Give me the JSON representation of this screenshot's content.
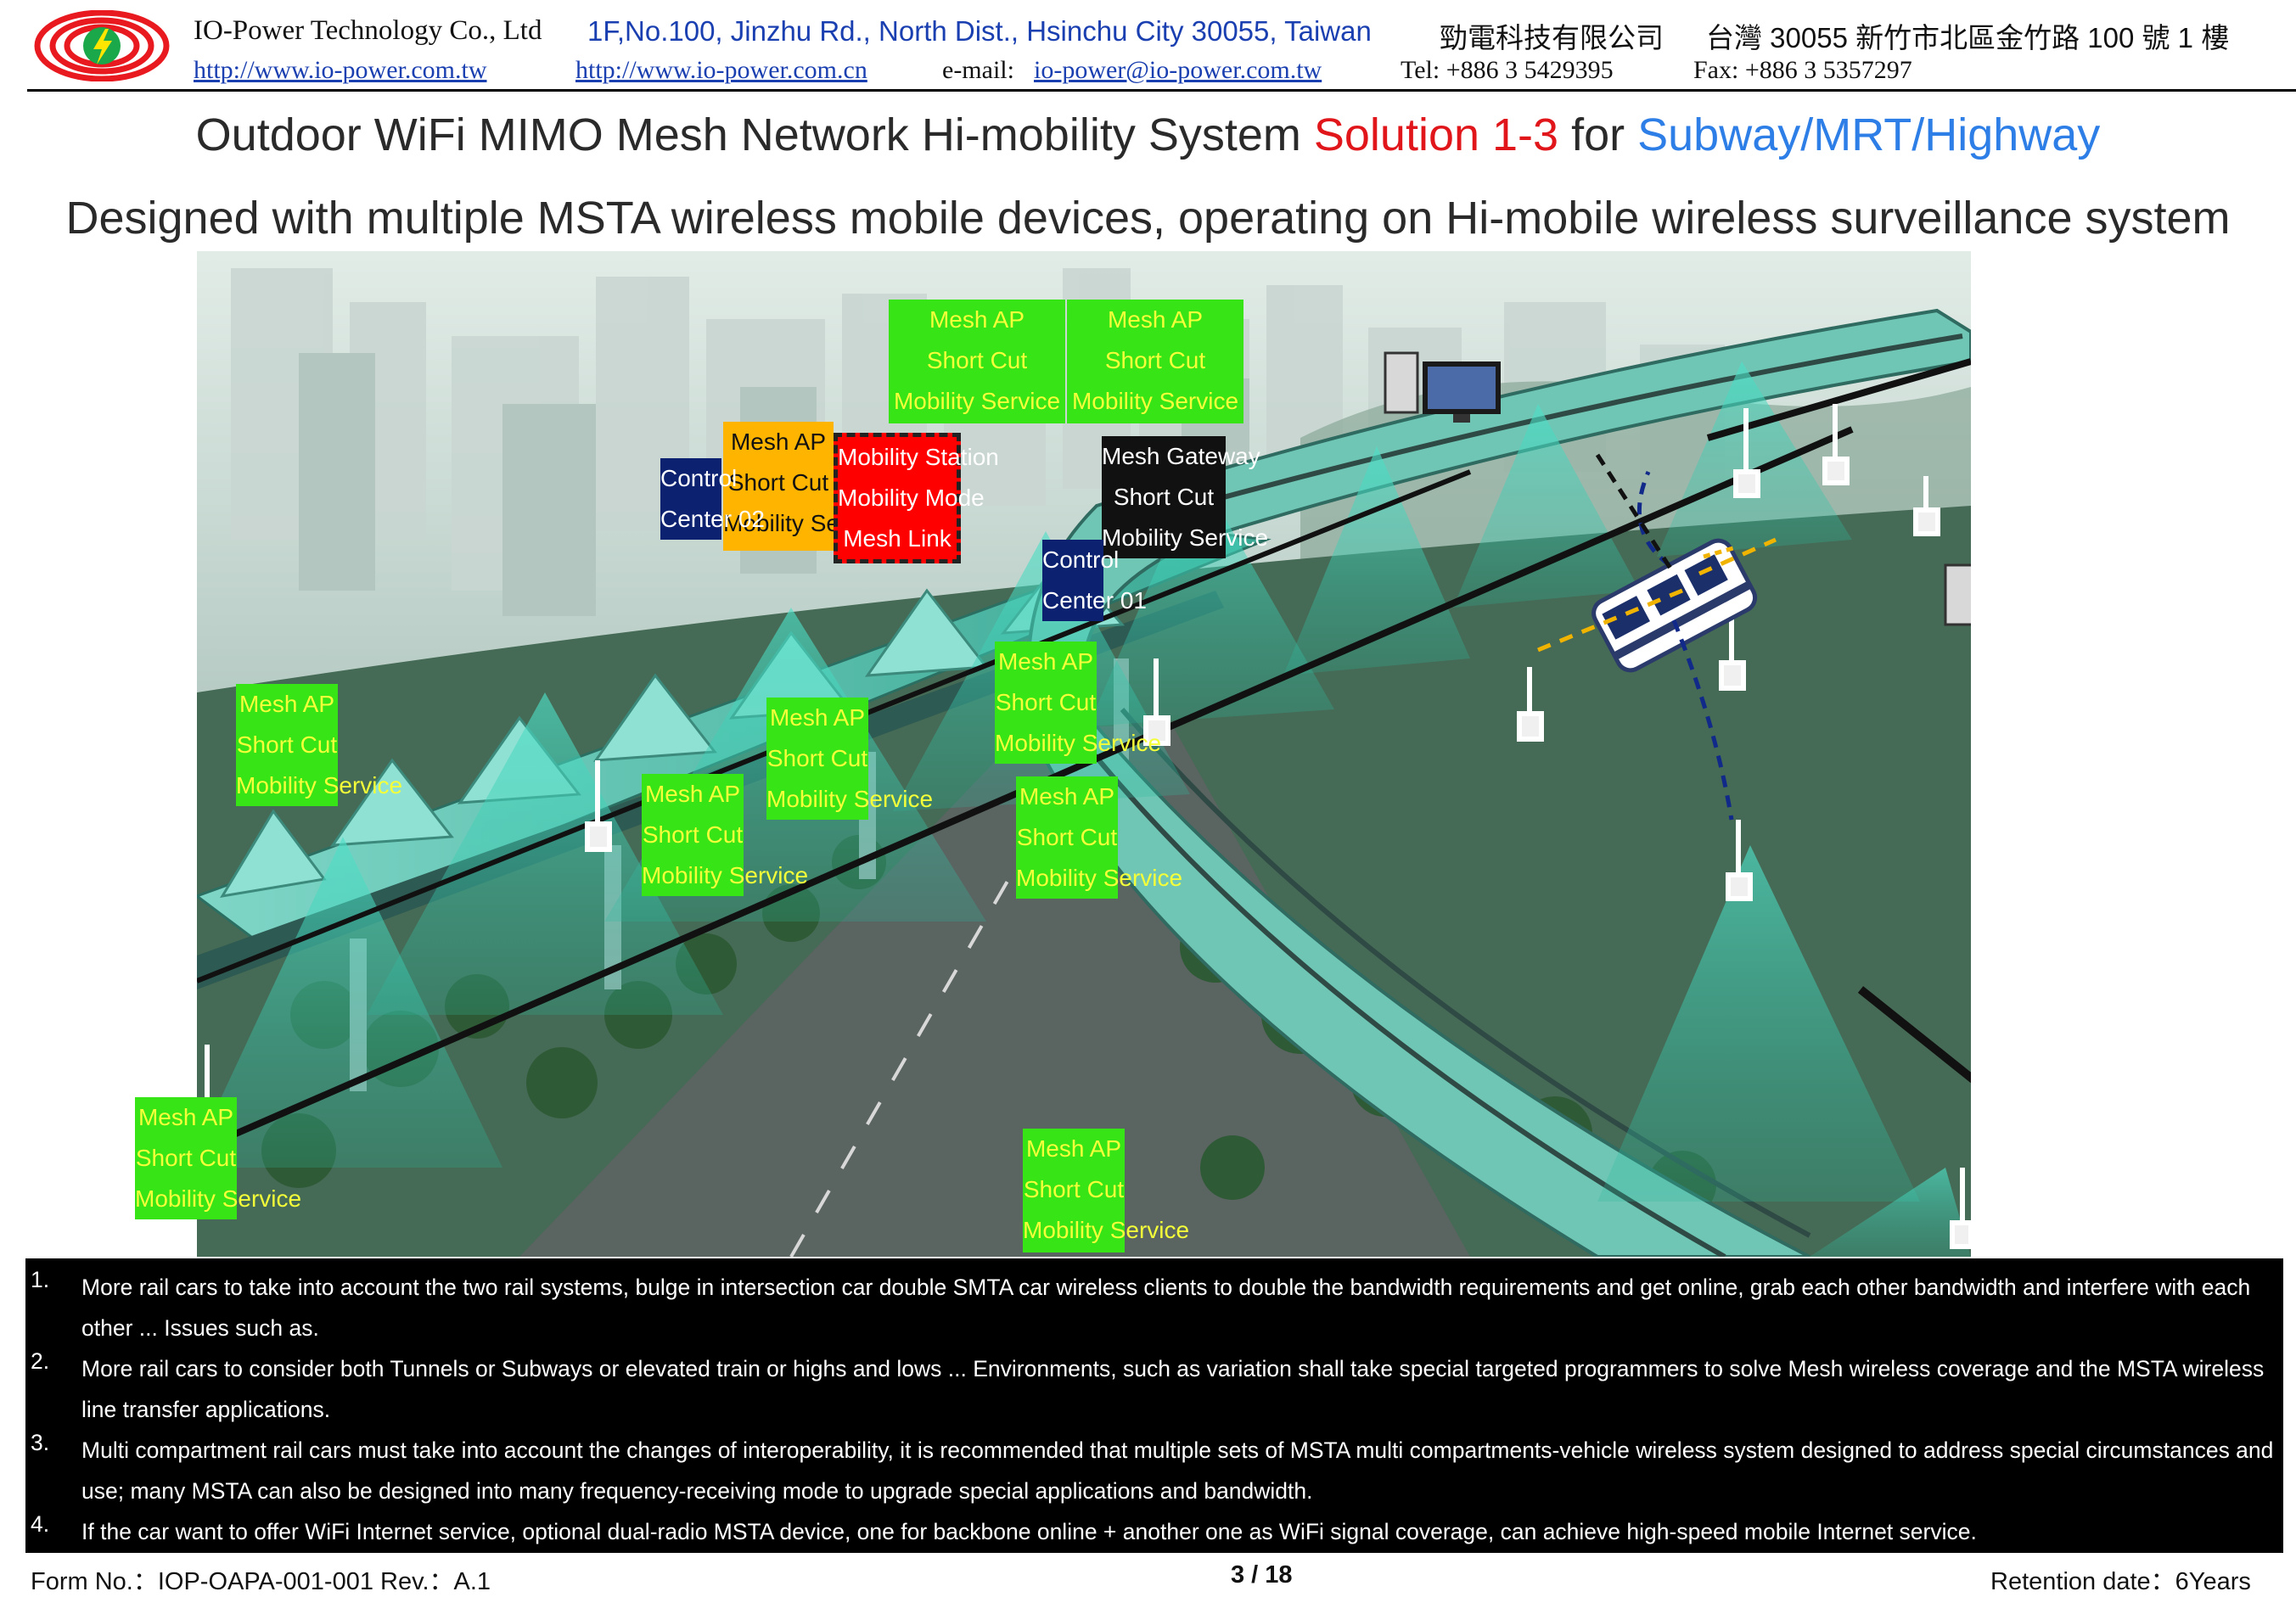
{
  "header": {
    "company": "IO-Power Technology Co., Ltd",
    "address_en": "1F,No.100, Jinzhu Rd., North Dist., Hsinchu City 30055, Taiwan",
    "company_zh": "勁電科技有限公司",
    "address_zh": "台灣  30055  新竹市北區金竹路 100 號 1 樓",
    "url_tw": "http://www.io-power.com.tw",
    "url_cn": "http://www.io-power.com.cn",
    "email_label": "e-mail:",
    "email": "io-power@io-power.com.tw",
    "tel": "Tel: +886 3 5429395",
    "fax": "Fax: +886 3 5357297"
  },
  "title": {
    "main": "Outdoor WiFi MIMO Mesh Network Hi-mobility System ",
    "highlight": "Solution 1-3",
    "joiner": " for ",
    "target": "Subway/MRT/Highway",
    "subtitle": "Designed with multiple MSTA wireless mobile devices, operating on Hi-mobile wireless surveillance system"
  },
  "mesh_ap": {
    "l1": "Mesh AP",
    "l2": "Short Cut",
    "l3": "Mobility Service"
  },
  "mobility_station": {
    "l1": "Mobility Station",
    "l2": "Mobility Mode",
    "l3": "Mesh Link"
  },
  "mesh_gateway": {
    "l1": "Mesh Gateway",
    "l2": "Short Cut",
    "l3": "Mobility Service"
  },
  "control_02": {
    "l1": "Control",
    "l2": "Center 02"
  },
  "control_01": {
    "l1": "Control",
    "l2": "Center 01"
  },
  "notes": [
    {
      "num": "1.",
      "text": "More rail cars to take into account the two rail systems, bulge in intersection car double SMTA car wireless clients to double the bandwidth requirements and get online, grab each other bandwidth and interfere with each other ... Issues such as."
    },
    {
      "num": "2.",
      "text": "More rail cars to consider both Tunnels or Subways or elevated train or highs and lows ... Environments, such as variation shall take special targeted programmers to solve Mesh wireless coverage and the MSTA wireless line transfer applications."
    },
    {
      "num": "3.",
      "text": "Multi compartment rail cars must take into account the changes of interoperability, it is recommended that multiple sets of MSTA multi compartments-vehicle wireless system designed to address special circumstances and use; many MSTA can also be designed into many frequency-receiving mode to upgrade special applications and bandwidth."
    },
    {
      "num": "4.",
      "text": "If the car want to offer WiFi Internet service, optional dual-radio MSTA device, one for backbone online + another one as WiFi signal coverage, can achieve high-speed mobile Internet service."
    }
  ],
  "footer": {
    "form": "Form No.：IOP-OAPA-001-001 Rev.：A.1",
    "page": "3 / 18",
    "retention": "Retention date：6Years"
  },
  "colors": {
    "mesh_ap_bg": "#37e416",
    "mesh_ap_text": "#f4ff3a",
    "orange_box": "#ffb400",
    "station_box": "#ff0000",
    "control_box": "#0c2270",
    "gateway_box": "#111111",
    "title_red": "#e0161b",
    "title_blue": "#2d7ee6",
    "header_blue": "#1a3fb0"
  }
}
